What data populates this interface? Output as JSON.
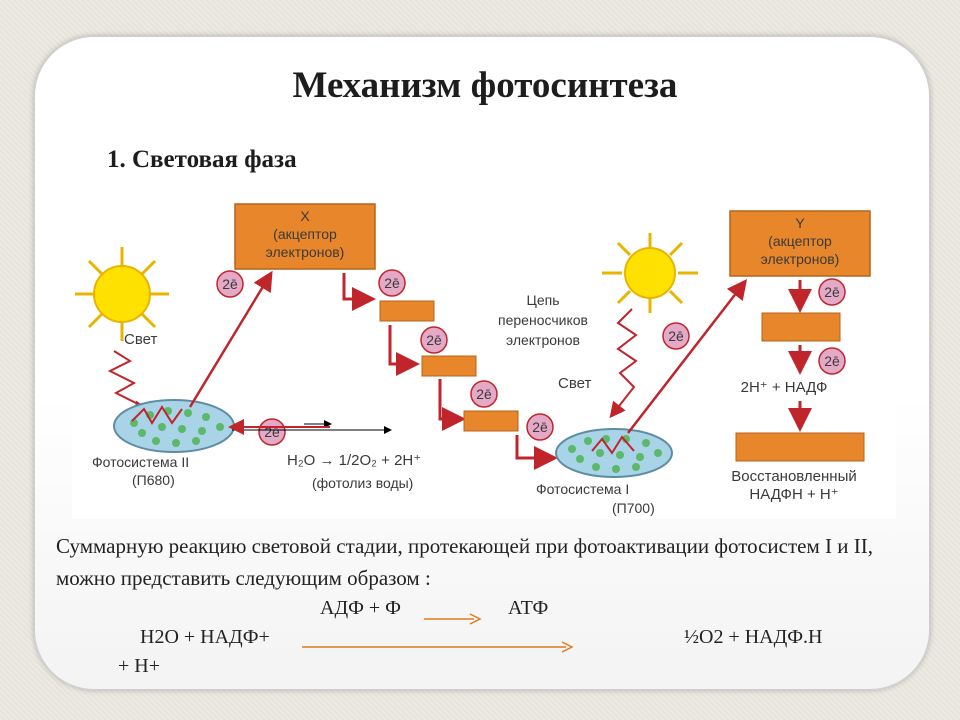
{
  "title": "Механизм фотосинтеза",
  "subtitle": "1. Световая фаза",
  "diagram": {
    "light_left": "Свет",
    "light_right": "Свет",
    "acceptor_x": {
      "l1": "X",
      "l2": "(акцептор",
      "l3": "электронов)"
    },
    "acceptor_y": {
      "l1": "Y",
      "l2": "(акцептор",
      "l3": "электронов)"
    },
    "electron_badge": "2ē",
    "chain": {
      "l1": "Цепь",
      "l2": "переносчиков",
      "l3": "электронов"
    },
    "ps2": {
      "l1": "Фотосистема II",
      "l2": "(П680)"
    },
    "ps1": {
      "l1": "Фотосистема I",
      "l2": "(П700)"
    },
    "photolysis": {
      "l1": "H₂O → 1/2O₂ + 2H⁺",
      "l2": "(фотолиз воды)"
    },
    "nadp_reaction": "2H⁺ + НАДФ",
    "product": {
      "l1": "Восстановленный",
      "l2": "НАДФН + Н⁺"
    }
  },
  "summary": "Суммарную реакцию световой стадии, протекающей при фотоактивации фотосистем I и II, можно представить следующим образом :",
  "equation": {
    "adp": "АДФ + Ф",
    "atp": "АТФ",
    "left": "H2O + НАДФ+",
    "right": "½O2 + НАДФ.Н",
    "left_tail": "+ H+"
  },
  "colors": {
    "box_fill": "#e8862c",
    "box_stroke": "#b5641a",
    "arrow": "#c0252c",
    "badge_fill": "#e4a9c6",
    "disc_fill": "#a9d3e6",
    "sun": "#ffe100",
    "eq_arrow": "#e07a1c"
  }
}
